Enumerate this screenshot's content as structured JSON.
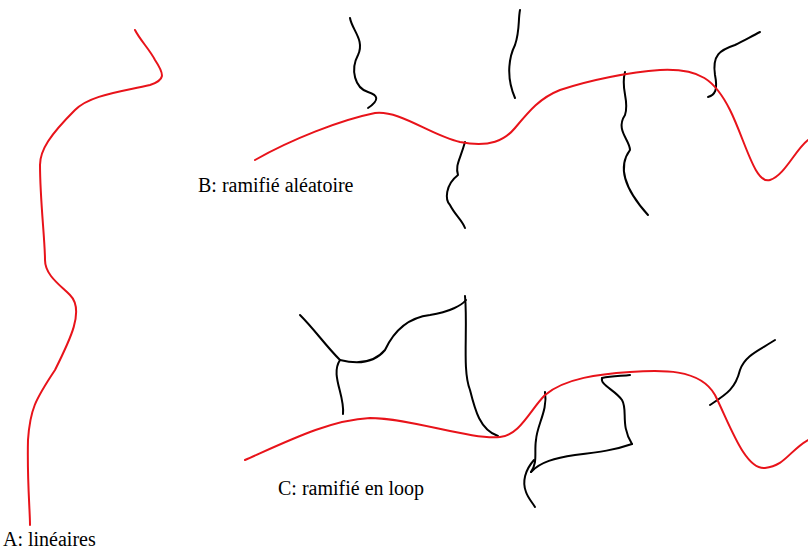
{
  "diagram": {
    "labels": [
      "A: linéaires",
      "B: ramifié aléatoire",
      "C: ramifié en loop"
    ]
  }
}
